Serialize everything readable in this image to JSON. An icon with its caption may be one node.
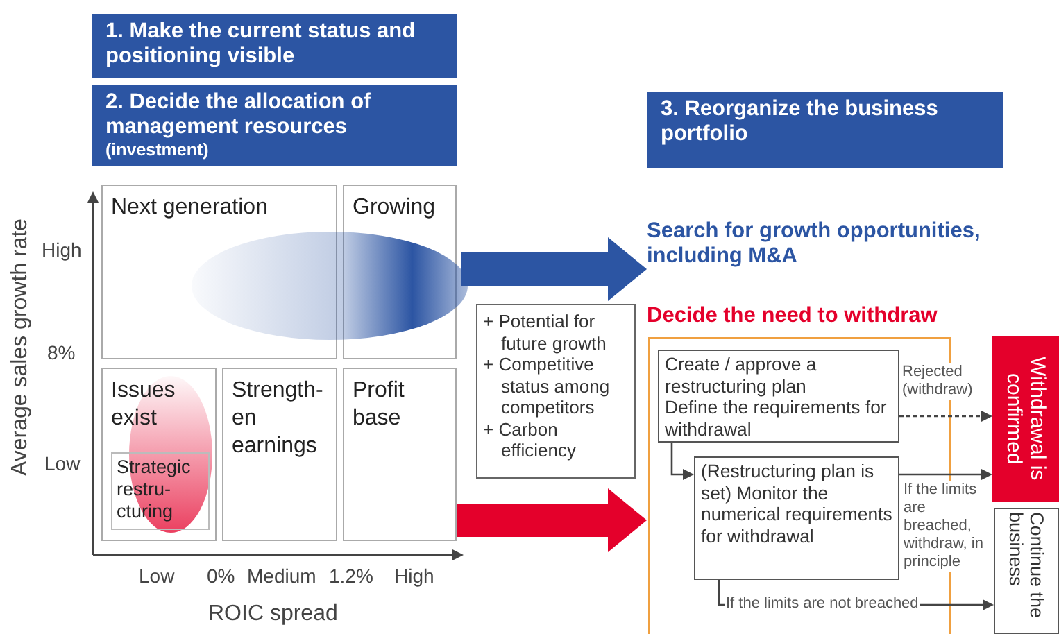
{
  "diagram": {
    "nodes": [
      {
        "text": [
          "1. Make the current status and positioning visible"
        ]
      },
      {
        "text": [
          "2. Decide the allocation of management resources",
          "(investment)"
        ]
      },
      {
        "text": [
          "3. Reorganize the business portfolio"
        ]
      },
      {
        "text": [
          "Next generation"
        ]
      },
      {
        "text": [
          "Growing"
        ]
      },
      {
        "text": [
          "Issues exist"
        ]
      },
      {
        "text": [
          "Strength-en earnings"
        ]
      },
      {
        "text": [
          "Profit base"
        ]
      },
      {
        "text": [
          "Strategic restru-cturing"
        ],
        "in": 5
      },
      {
        "text": [
          "+ Potential for future growth",
          "+ Competitive status among competitors",
          "+ Carbon efficiency"
        ]
      },
      {
        "text": [
          "Search for growth opportunities, including M&A"
        ]
      },
      {
        "text": [
          "Decide the need to withdraw"
        ]
      },
      {
        "text": [
          "Create / approve a restructuring plan",
          "Define the requirements for withdrawal"
        ],
        "in": 11
      },
      {
        "text": [
          "(Restructuring plan is set) Monitor the numerical requirements for withdrawal"
        ],
        "in": 11
      },
      {
        "text": [
          "Withdrawal is confirmed"
        ]
      },
      {
        "text": [
          "Continue the business"
        ]
      },
      {
        "text": [],
        "shape": "ellipse"
      }
    ],
    "edges": [
      {
        "from": 16,
        "to": 10,
        "arrow": "to",
        "style": "thick",
        "color": "#2c55a3"
      },
      {
        "from": 7,
        "to": 11,
        "arrow": "to",
        "style": "thick",
        "color": "#e4002b"
      },
      {
        "from": 12,
        "to": 13,
        "arrow": "to"
      },
      {
        "from": 12,
        "to": 14,
        "arrow": "to",
        "label": "Rejected (withdraw)",
        "style": "dashed"
      },
      {
        "from": 13,
        "to": 14,
        "arrow": "to",
        "label": "If the limits are breached, withdraw, in principle"
      },
      {
        "from": 13,
        "to": 15,
        "arrow": "to",
        "label": "If the limits are not breached"
      }
    ],
    "labels": [
      "Average sales growth rate",
      "High",
      "8%",
      "Low",
      "Low",
      "0%",
      "Medium",
      "1.2%",
      "High",
      "ROIC spread"
    ]
  }
}
